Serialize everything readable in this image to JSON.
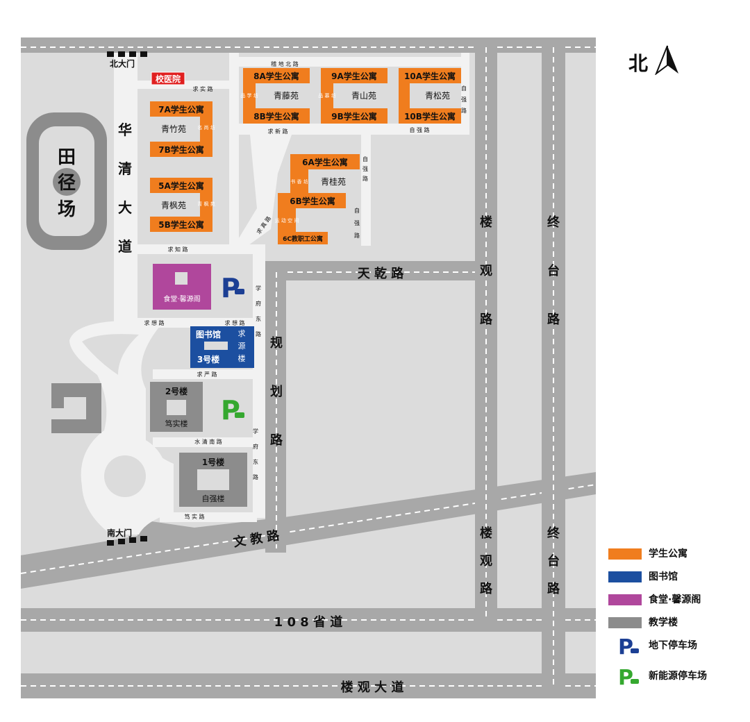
{
  "compass": {
    "label": "北",
    "icon": "north-arrow-icon"
  },
  "gates": {
    "north": "北大门",
    "south": "南大门"
  },
  "stadium": {
    "chars": [
      "田",
      "径",
      "场"
    ]
  },
  "roads": {
    "huaqing": [
      "华",
      "清",
      "大",
      "道"
    ],
    "tianqian": "天 乾 路",
    "guihua": [
      "规",
      "划",
      "路"
    ],
    "louguan": [
      "楼",
      "观",
      "路"
    ],
    "zhongtai": [
      "终",
      "台",
      "路"
    ],
    "wenjiao": "文 教 路",
    "provincial": "1 0 8 省 道",
    "louguan_avenue": "楼 观 大 道",
    "qiushi": "求 实 路",
    "xindi_north": "稽 地 北 路",
    "qiuxin": "求 新 路",
    "ziqiang_small": [
      "自",
      "强",
      "路"
    ],
    "zigong": "自 强 路",
    "qiuzhi": "求 知 路",
    "qiuzhen": "求 想 路",
    "qiuyan": "求 严 路",
    "xuefu_east": [
      "学",
      "府",
      "东",
      "路"
    ],
    "shuiqing_south": "水 清 南 路",
    "dushi": "笃 实 路",
    "diagonal": "求 真 路"
  },
  "buildings": {
    "hospital": "校医院",
    "b7a": "7A学生公寓",
    "b7b": "7B学生公寓",
    "yuan7": "青竹苑",
    "side7": "名 尚 坊",
    "b5a": "5A学生公寓",
    "b5b": "5B学生公寓",
    "yuan5": "青枫苑",
    "side5": "青 枫 苑",
    "b8a": "8A学生公寓",
    "b8b": "8B学生公寓",
    "yuan8": "青藤苑",
    "side8": "品 学 坊",
    "b9a": "9A学生公寓",
    "b9b": "9B学生公寓",
    "yuan9": "青山苑",
    "side9": "品 慕 坊",
    "b10a": "10A学生公寓",
    "b10b": "10B学生公寓",
    "yuan10": "青松苑",
    "b6a": "6A学生公寓",
    "b6b": "6B学生公寓",
    "b6c": "6C教职工公寓",
    "yuan6": "青桂苑",
    "side6a": "书 香 坊",
    "side6b": "运 动 空 间",
    "canteen": "食堂·馨源阁",
    "library_title": "图书馆",
    "library_b3": "3号楼",
    "library_side": [
      "求",
      "源",
      "楼"
    ],
    "b2": "2号楼",
    "b2_sub": "笃实楼",
    "b1": "1号楼",
    "b1_sub": "自强楼"
  },
  "parking": {
    "underground": "P",
    "newenergy": "P"
  },
  "legend": [
    {
      "label": "学生公寓",
      "color": "#f07d1e",
      "type": "swatch"
    },
    {
      "label": "图书馆",
      "color": "#1c4fa0",
      "type": "swatch"
    },
    {
      "label": "食堂·馨源阁",
      "color": "#b0479c",
      "type": "swatch"
    },
    {
      "label": "教学楼",
      "color": "#8c8c8c",
      "type": "swatch"
    },
    {
      "label": "地下停车场",
      "color": "#1c3f94",
      "type": "parking"
    },
    {
      "label": "新能源停车场",
      "color": "#35a82f",
      "type": "parking"
    }
  ],
  "colors": {
    "road": "#a8a8a8",
    "block": "#dcdcdc",
    "path": "#f2f2f2",
    "dorm": "#f07d1e",
    "library": "#1c4fa0",
    "canteen": "#b0479c",
    "teaching": "#8c8c8c",
    "hospital": "#e02020"
  }
}
